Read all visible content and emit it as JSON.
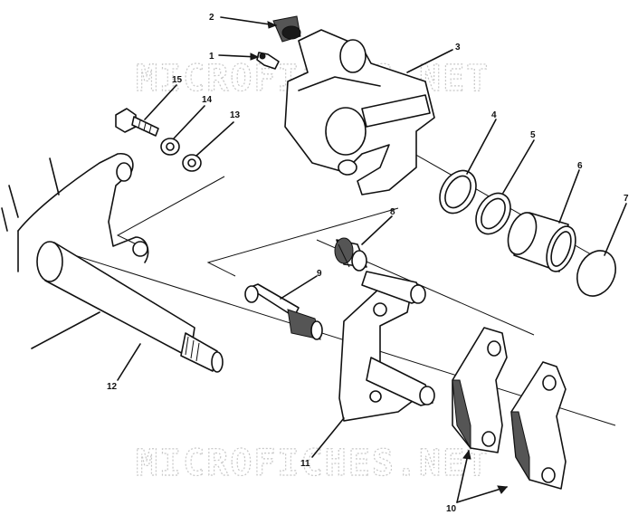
{
  "callouts": [
    {
      "id": "c1",
      "text": "1"
    },
    {
      "id": "c2",
      "text": "2"
    },
    {
      "id": "c3",
      "text": "3"
    },
    {
      "id": "c4",
      "text": "4"
    },
    {
      "id": "c5",
      "text": "5"
    },
    {
      "id": "c6",
      "text": "6"
    },
    {
      "id": "c7",
      "text": "7"
    },
    {
      "id": "c8",
      "text": "8"
    },
    {
      "id": "c9",
      "text": "9"
    },
    {
      "id": "c10",
      "text": "10"
    },
    {
      "id": "c11",
      "text": "11"
    },
    {
      "id": "c12",
      "text": "12"
    },
    {
      "id": "c13",
      "text": "13"
    },
    {
      "id": "c14",
      "text": "14"
    },
    {
      "id": "c15",
      "text": "15"
    }
  ],
  "watermarks": [
    "MICROFICHES.NET",
    "MICROFICHES.NET"
  ]
}
